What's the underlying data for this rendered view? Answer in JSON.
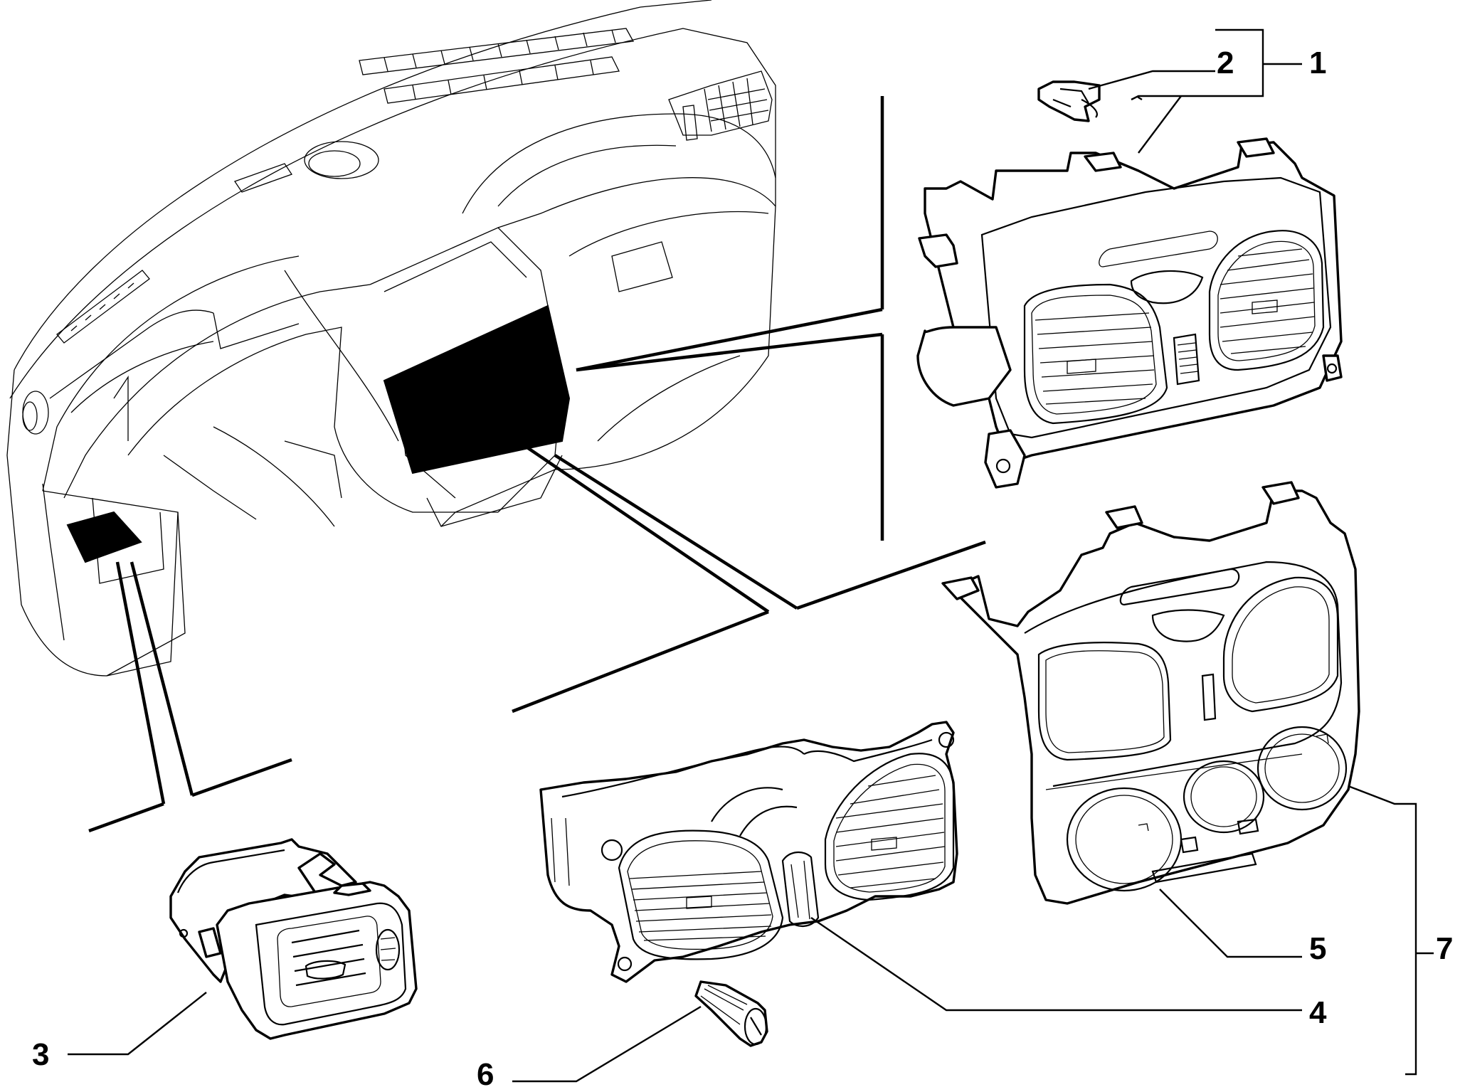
{
  "callouts": {
    "c1": "1",
    "c2": "2",
    "c3": "3",
    "c4": "4",
    "c5": "5",
    "c6": "6",
    "c7": "7"
  },
  "colors": {
    "line": "#000000",
    "background": "#ffffff",
    "highlight": "#000000"
  }
}
